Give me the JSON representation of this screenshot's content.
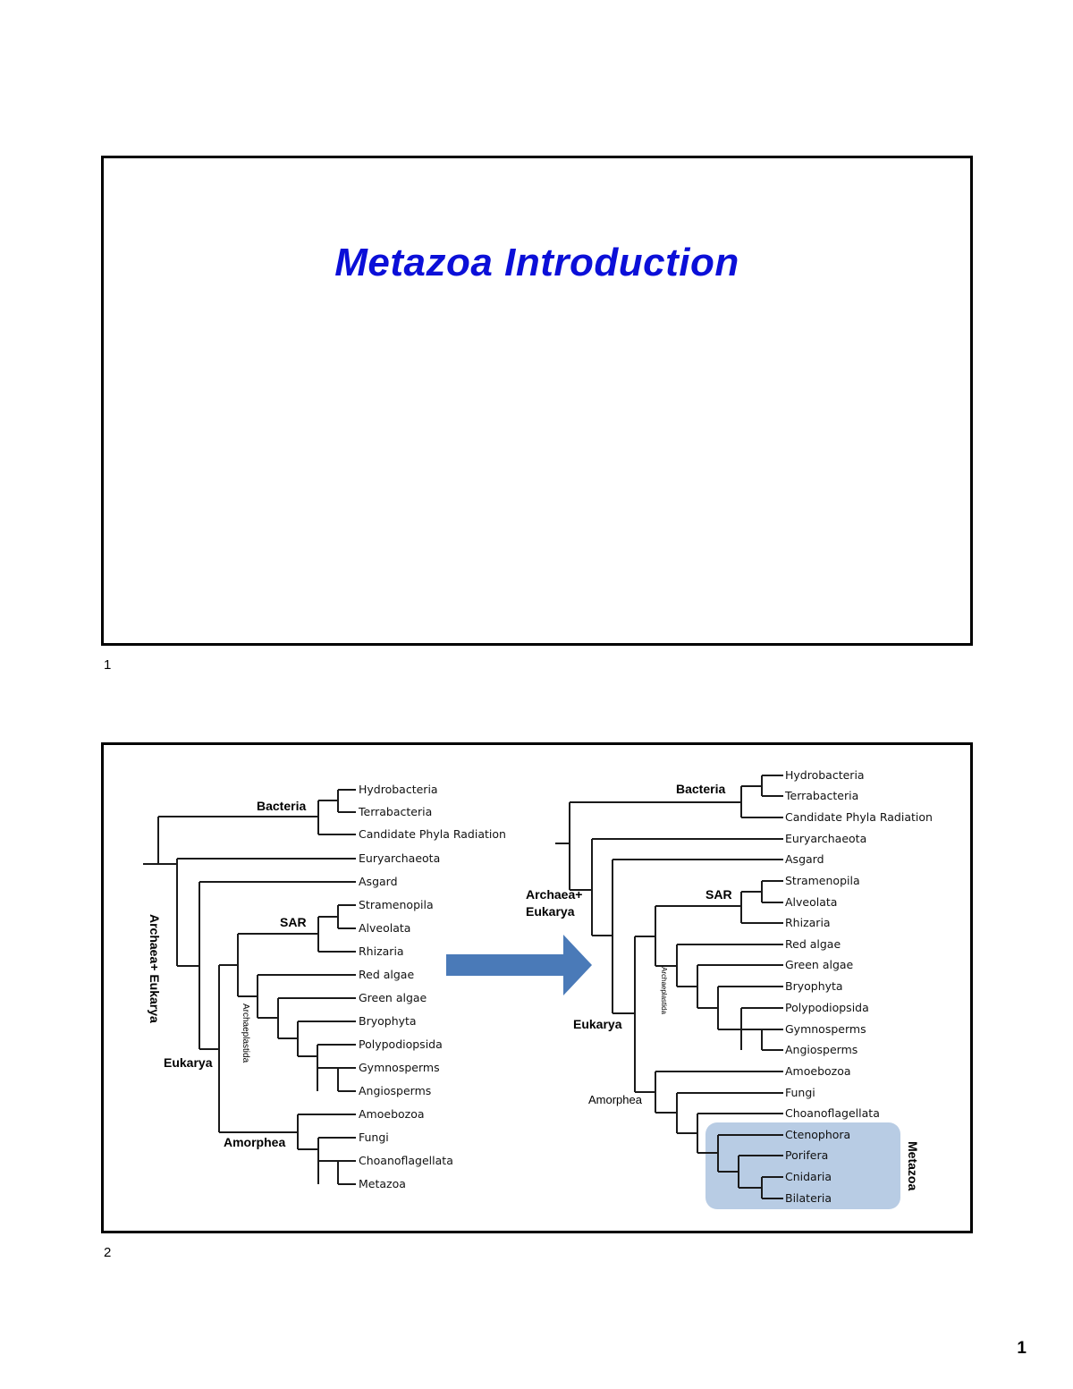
{
  "slide1": {
    "title": "Metazoa Introduction",
    "number": "1"
  },
  "slide2": {
    "number": "2",
    "left_tree": {
      "leaves": [
        "Hydrobacteria",
        "Terrabacteria",
        "Candidate Phyla Radiation",
        "Euryarchaeota",
        "Asgard",
        "Stramenopila",
        "Alveolata",
        "Rhizaria",
        "Red algae",
        "Green algae",
        "Bryophyta",
        "Polypodiopsida",
        "Gymnosperms",
        "Angiosperms",
        "Amoebozoa",
        "Fungi",
        "Choanoflagellata",
        "Metazoa"
      ],
      "clades": {
        "bacteria": "Bacteria",
        "archaea_eukarya": "Archaea+ Eukarya",
        "sar": "SAR",
        "archaeplastida": "Archaeplastida",
        "eukarya": "Eukarya",
        "amorphea": "Amorphea"
      }
    },
    "arrow": {
      "color": "#4a7ab8"
    },
    "right_tree": {
      "leaves": [
        "Hydrobacteria",
        "Terrabacteria",
        "Candidate Phyla Radiation",
        "Euryarchaeota",
        "Asgard",
        "Stramenopila",
        "Alveolata",
        "Rhizaria",
        "Red algae",
        "Green algae",
        "Bryophyta",
        "Polypodiopsida",
        "Gymnosperms",
        "Angiosperms",
        "Amoebozoa",
        "Fungi",
        "Choanoflagellata",
        "Ctenophora",
        "Porifera",
        "Cnidaria",
        "Bilateria"
      ],
      "clades": {
        "bacteria": "Bacteria",
        "archaea_eukarya_1": "Archaea+",
        "archaea_eukarya_2": "Eukarya",
        "sar": "SAR",
        "archaeplastida": "Archaeplastida",
        "eukarya": "Eukarya",
        "amorphea": "Amorphea",
        "metazoa": "Metazoa"
      },
      "highlight_color": "#b8cce4"
    }
  },
  "page_number": "1"
}
